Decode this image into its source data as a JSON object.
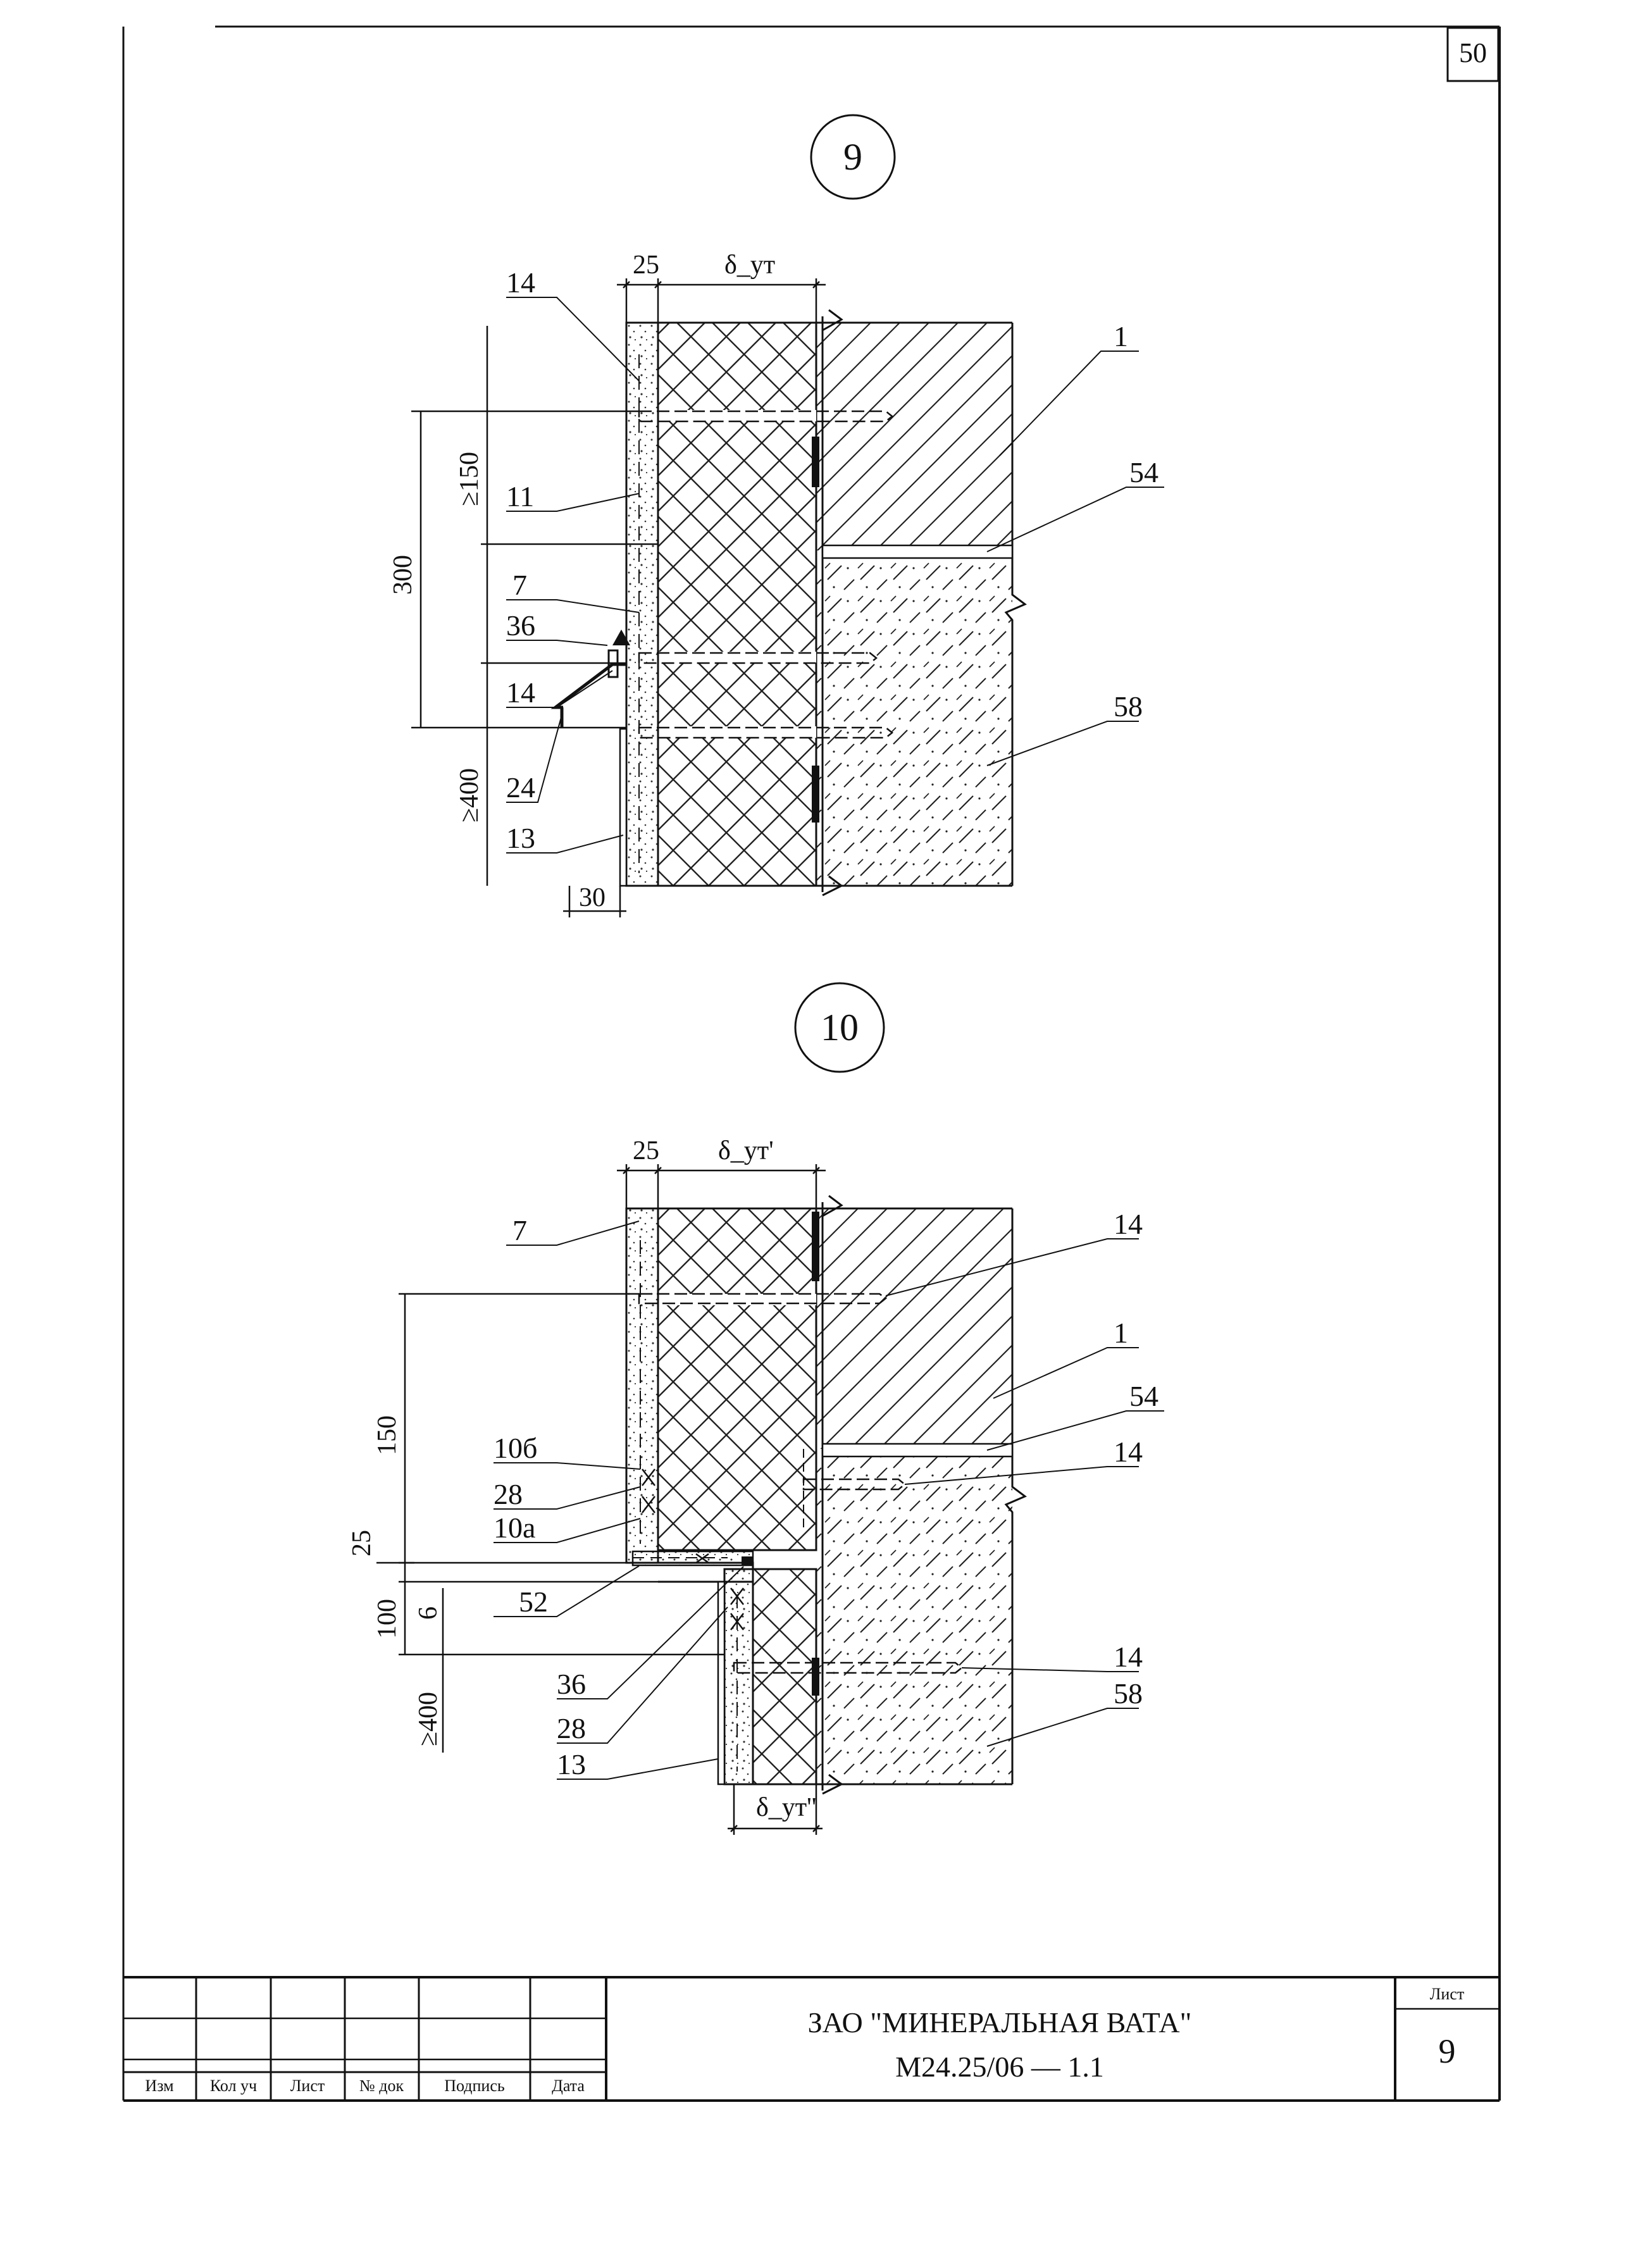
{
  "page_number": "50",
  "detail_9": {
    "marker": "9",
    "dim_top_left": "25",
    "dim_top_right": "δ_ут",
    "dim_150": "≥150",
    "dim_300": "300",
    "dim_400": "≥400",
    "dim_30": "30",
    "labels": {
      "l14a": "14",
      "l11": "11",
      "l7": "7",
      "l36": "36",
      "l14b": "14",
      "l24": "24",
      "l13": "13",
      "l1": "1",
      "l54": "54",
      "l58": "58"
    }
  },
  "detail_10": {
    "marker": "10",
    "dim_top_left": "25",
    "dim_top_right": "δ_ут'",
    "dim_bottom": "δ_ут''",
    "dim_150": "150",
    "dim_25": "25",
    "dim_100": "100",
    "dim_6": "6",
    "dim_400": "≥400",
    "labels": {
      "l7": "7",
      "l106": "10б",
      "l28a": "28",
      "l10a": "10а",
      "l52": "52",
      "l36": "36",
      "l28b": "28",
      "l13": "13",
      "l14a": "14",
      "l1": "1",
      "l54": "54",
      "l14b": "14",
      "l14c": "14",
      "l58": "58"
    }
  },
  "title_block": {
    "headers": [
      "Изм",
      "Кол уч",
      "Лист",
      "№ док",
      "Подпись",
      "Дата"
    ],
    "company": "ЗАО \"МИНЕРАЛЬНАЯ ВАТА\"",
    "code": "М24.25/06 — 1.1",
    "sheet_label": "Лист",
    "sheet_number": "9"
  }
}
